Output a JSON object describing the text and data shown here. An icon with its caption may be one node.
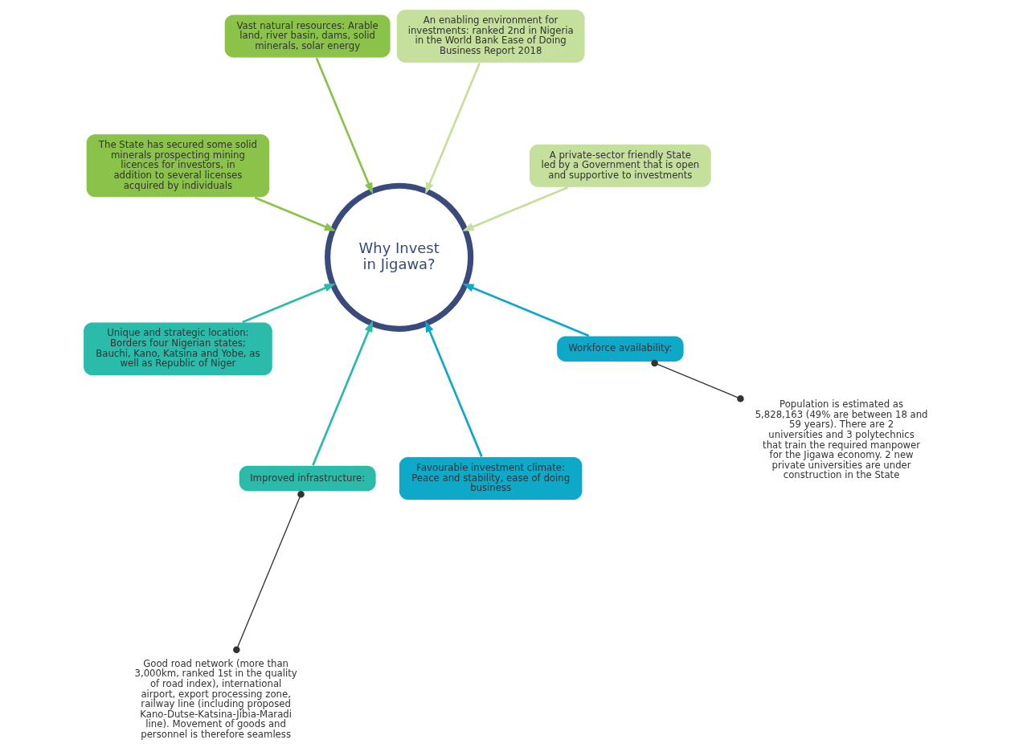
{
  "diagram": {
    "nodes": [
      {
        "text": [
          "Why Invest in Jigawa?"
        ]
      },
      {
        "text": [
          "A private-sector friendly State led by a Government that is open and supportive to investments"
        ]
      },
      {
        "text": [
          "An enabling environment for investments: ranked 2nd in Nigeria in the World Bank Ease of Doing Business Report 2018"
        ]
      },
      {
        "text": [
          "Vast natural resources: Arable land, river basin, dams, solid minerals, solar energy"
        ]
      },
      {
        "text": [
          "The State has secured some solid minerals prospecting mining licences for investors, in addition to several licenses acquired by individuals"
        ]
      },
      {
        "text": [
          "Unique and strategic location: Borders four Nigerian states; Bauchi, Kano, Katsina and Yobe, as well as Republic of Niger"
        ]
      },
      {
        "text": [
          "Improved infrastructure:"
        ]
      },
      {
        "text": [
          "Favourable investment climate: Peace and stability, ease of doing business"
        ]
      },
      {
        "text": [
          "Workforce availability:"
        ]
      },
      {
        "text": [
          "Population is estimated as 5,828,163 (49% are between 18 and 59 years). There are 2 universities and 3 polytechnics that train the required manpower for the Jigawa economy. 2 new private universities are under construction in the State"
        ]
      },
      {
        "text": [
          "Good road network (more than 3,000km, ranked 1st in the quality of road index), international airport, export processing zone, railway line (including proposed Kano-Dutse-Katsina-Jibia-Maradi line). Movement of goods and personnel is therefore seamless"
        ]
      }
    ],
    "edges": [
      {
        "from": 1,
        "to": 0,
        "arrow": "to",
        "color": "#c5df9c"
      },
      {
        "from": 2,
        "to": 0,
        "arrow": "to",
        "color": "#c5df9c"
      },
      {
        "from": 3,
        "to": 0,
        "arrow": "to",
        "color": "#8bc34a"
      },
      {
        "from": 4,
        "to": 0,
        "arrow": "to",
        "color": "#8bc34a"
      },
      {
        "from": 5,
        "to": 0,
        "arrow": "to",
        "color": "#2bbbab"
      },
      {
        "from": 6,
        "to": 0,
        "arrow": "to",
        "color": "#2bbbab"
      },
      {
        "from": 7,
        "to": 0,
        "arrow": "to",
        "color": "#0ea8c9"
      },
      {
        "from": 8,
        "to": 0,
        "arrow": "to",
        "color": "#0ea8c9"
      },
      {
        "from": 9,
        "to": 8,
        "arrow": "other",
        "color": "#333333"
      },
      {
        "from": 10,
        "to": 6,
        "arrow": "other",
        "color": "#333333"
      }
    ]
  }
}
